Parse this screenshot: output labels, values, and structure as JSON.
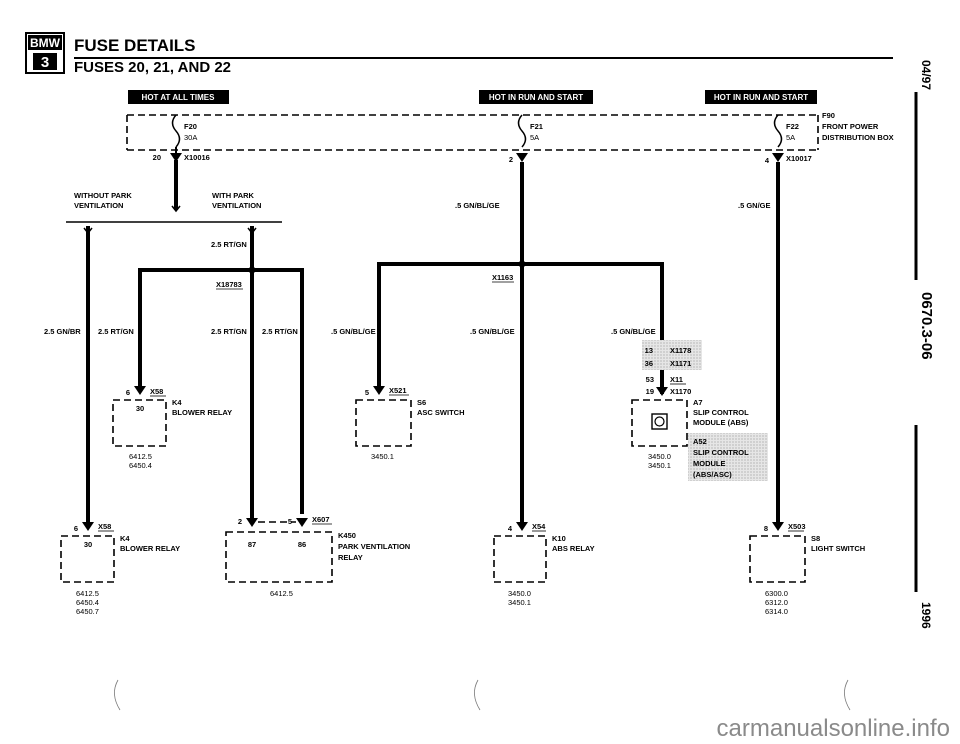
{
  "header": {
    "logo_text": "BMW",
    "logo_series": "3",
    "title": "FUSE DETAILS",
    "subtitle": "FUSES 20, 21, AND 22"
  },
  "side": {
    "date": "04/97",
    "page_number": "0670.3-06",
    "year": "1996"
  },
  "power_labels": {
    "hot_at_all_times": "HOT AT ALL TIMES",
    "hot_in_run_1": "HOT IN RUN AND START",
    "hot_in_run_2": "HOT IN RUN AND START"
  },
  "fuse_box": {
    "code": "F90",
    "name_line1": "FRONT POWER",
    "name_line2": "DISTRIBUTION BOX",
    "fuses": [
      {
        "id": "F20",
        "rating": "30A",
        "pin": "20",
        "connector": "X10016"
      },
      {
        "id": "F21",
        "rating": "5A",
        "pin": "2"
      },
      {
        "id": "F22",
        "rating": "5A",
        "pin": "4",
        "connector": "X10017"
      }
    ]
  },
  "options": {
    "without": "WITHOUT PARK\nVENTILATION",
    "with": "WITH PARK\nVENTILATION"
  },
  "wires": {
    "w1": "2.5 RT/GN",
    "w2": "2.5 GN/BR",
    "w3": "2.5 RT/GN",
    "w4": "2.5 RT/GN",
    "w5": "2.5 RT/GN",
    "w6": ".5 GN/BL/GE",
    "w7": ".5 GN/BL/GE",
    "w8": ".5 GN/BL/GE",
    "w9": ".5 GN/BL/GE",
    "w10": ".5 GN/GE"
  },
  "splices": {
    "x18783": "X18783",
    "x1163": "X1163"
  },
  "connectors": {
    "x1178": {
      "pin": "13",
      "id": "X1178"
    },
    "x1171": {
      "pin": "36",
      "id": "X1171"
    },
    "x11": {
      "pin": "53",
      "id": "X11"
    },
    "x1170": {
      "pin": "19",
      "id": "X1170"
    }
  },
  "components": {
    "k4_top": {
      "pin": "6",
      "connector": "X58",
      "contact": "30",
      "code": "K4",
      "name": "BLOWER RELAY",
      "refs": "6412.5\n6450.4"
    },
    "s6": {
      "pin": "5",
      "connector": "X521",
      "code": "S6",
      "name": "ASC SWITCH",
      "refs": "3450.1"
    },
    "a7": {
      "code": "A7",
      "name_line1": "SLIP CONTROL",
      "name_line2": "MODULE (ABS)",
      "refs": "3450.0\n3450.1"
    },
    "a52": {
      "code": "A52",
      "name_line1": "SLIP CONTROL",
      "name_line2": "MODULE",
      "name_line3": "(ABS/ASC)"
    },
    "k4_bot": {
      "pin": "6",
      "connector": "X58",
      "contact": "30",
      "code": "K4",
      "name": "BLOWER RELAY",
      "refs": "6412.5\n6450.4\n6450.7"
    },
    "k450": {
      "pin_left": "2",
      "pin_right": "5",
      "connector": "X607",
      "contact_left": "87",
      "contact_right": "86",
      "code": "K450",
      "name_line1": "PARK VENTILATION",
      "name_line2": "RELAY",
      "refs": "6412.5"
    },
    "k10": {
      "pin": "4",
      "connector": "X54",
      "code": "K10",
      "name": "ABS RELAY",
      "refs": "3450.0\n3450.1"
    },
    "s8": {
      "pin": "8",
      "connector": "X503",
      "code": "S8",
      "name": "LIGHT SWITCH",
      "refs": "6300.0\n6312.0\n6314.0"
    }
  },
  "watermark": "carmanualsonline.info"
}
